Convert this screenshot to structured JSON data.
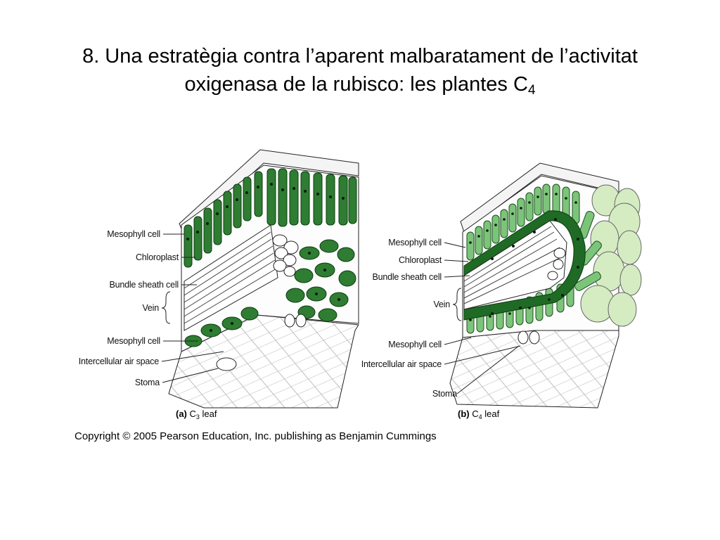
{
  "title": {
    "line1": "8. Una estratègia contra l’aparent malbaratament de l’activitat",
    "line2_text": "oxigenasa de la rubisco: les plantes C",
    "line2_sub": "4"
  },
  "panel_a": {
    "labels": {
      "mesophyll_top": "Mesophyll cell",
      "chloroplast": "Chloroplast",
      "bundle_sheath": "Bundle sheath cell",
      "vein": "Vein",
      "mesophyll_bottom": "Mesophyll cell",
      "air_space": "Intercellular air space",
      "stoma": "Stoma"
    },
    "caption": {
      "letter": "(a)",
      "text": "C",
      "sub": "3",
      "suffix": " leaf"
    }
  },
  "panel_b": {
    "labels": {
      "mesophyll_top": "Mesophyll cell",
      "chloroplast": "Chloroplast",
      "bundle_sheath": "Bundle sheath cell",
      "vein": "Vein",
      "mesophyll_bottom": "Mesophyll cell",
      "air_space": "Intercellular air space",
      "stoma": "Stoma"
    },
    "caption": {
      "letter": "(b)",
      "text": "C",
      "sub": "4",
      "suffix": " leaf"
    }
  },
  "copyright": "Copyright © 2005 Pearson Education, Inc. publishing as Benjamin Cummings",
  "colors": {
    "dark_green": "#2e7d32",
    "light_green": "#7cc47a",
    "pale_green": "#d5ecc2",
    "outline": "#1a1a1a"
  }
}
